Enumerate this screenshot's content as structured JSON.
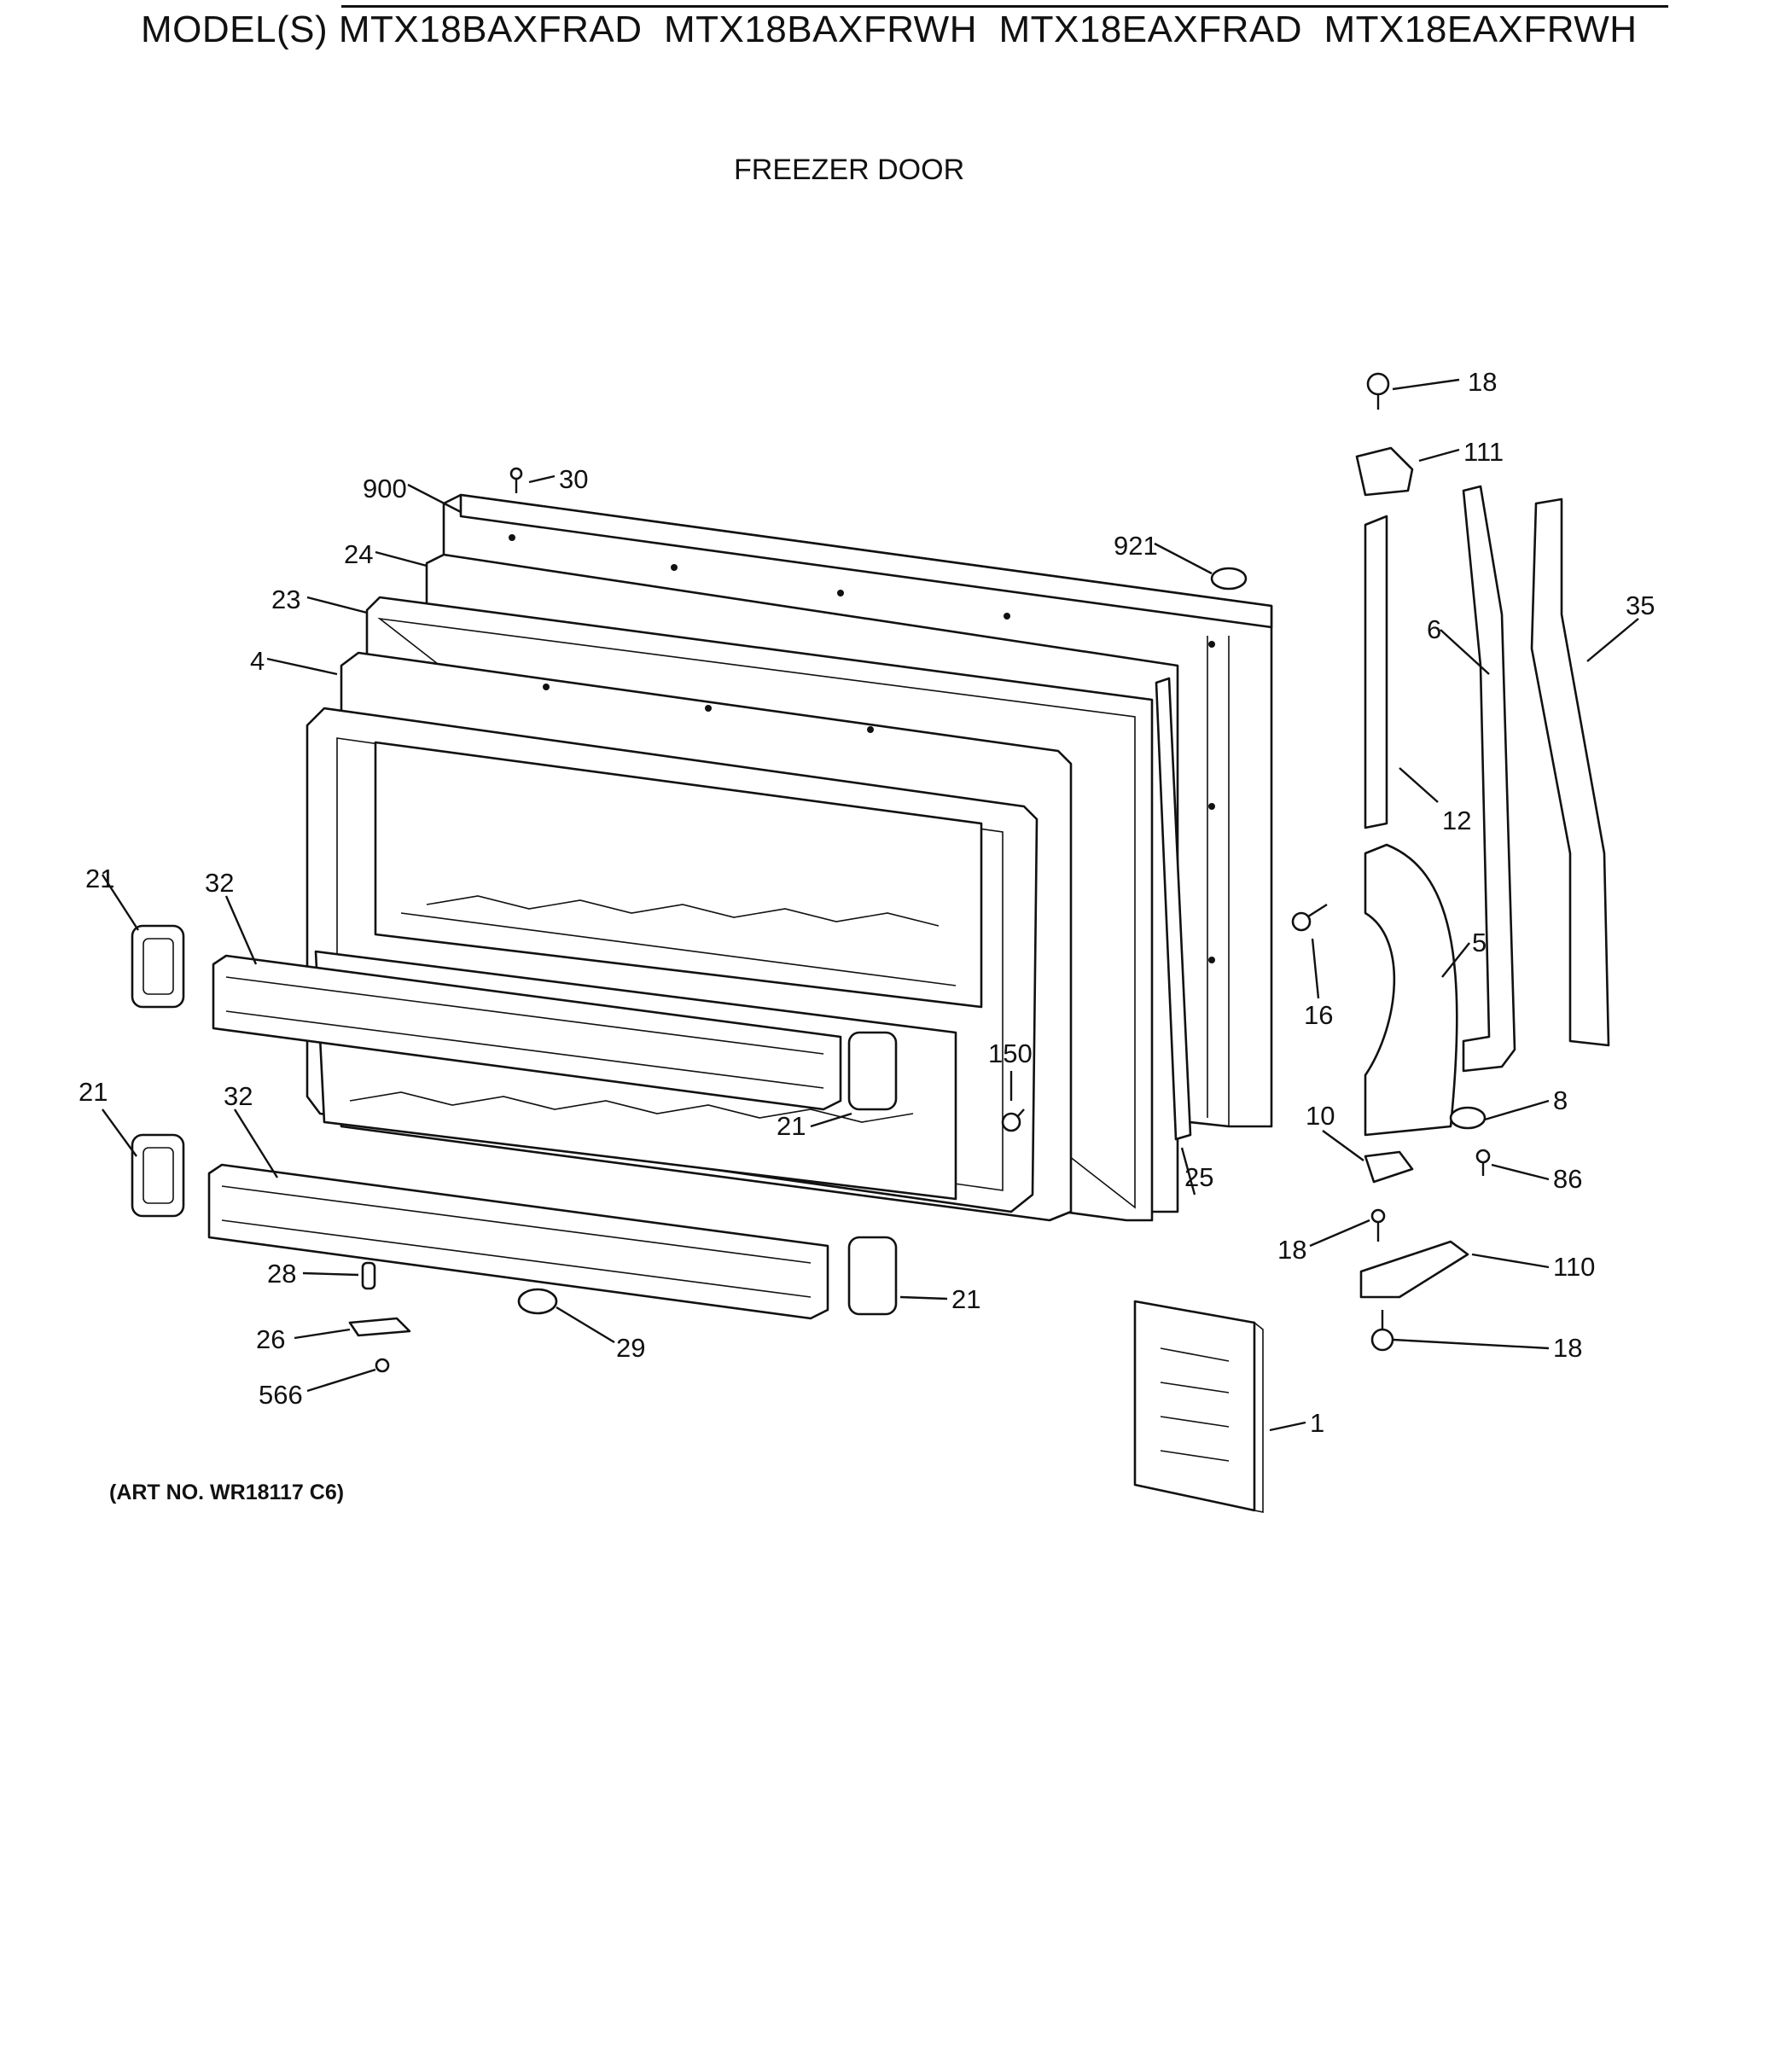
{
  "header": {
    "models_label": "MODEL(S)",
    "models": [
      "MTX18BAXFRAD",
      "MTX18BAXFRWH",
      "MTX18EAXFRAD",
      "MTX18EAXFRWH"
    ],
    "subtitle": "FREEZER DOOR"
  },
  "footer": {
    "art_no": "(ART NO. WR18117 C6)"
  },
  "callouts": {
    "c900": "900",
    "c30": "30",
    "c24": "24",
    "c23": "23",
    "c4": "4",
    "c921": "921",
    "c18a": "18",
    "c111": "111",
    "c6": "6",
    "c35": "35",
    "c12": "12",
    "c21a": "21",
    "c32a": "32",
    "c21b": "21",
    "c32b": "32",
    "c150": "150",
    "c21c": "21",
    "c16": "16",
    "c5": "5",
    "c10": "10",
    "c8": "8",
    "c86": "86",
    "c25": "25",
    "c18b": "18",
    "c110": "110",
    "c28": "28",
    "c21d": "21",
    "c26": "26",
    "c29": "29",
    "c566": "566",
    "c18c": "18",
    "c1": "1"
  }
}
